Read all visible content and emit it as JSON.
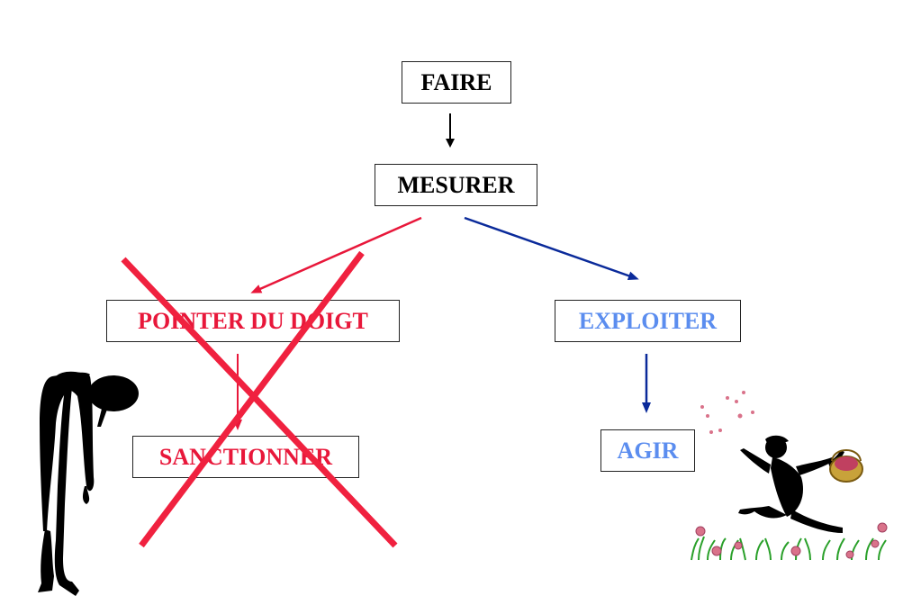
{
  "diagram": {
    "nodes": {
      "faire": "FAIRE",
      "mesurer": "MESURER",
      "pointer": "POINTER DU DOIGT",
      "sanctionner": "SANCTIONNER",
      "exploiter": "EXPLOITER",
      "agir": "AGIR"
    },
    "colors": {
      "neutral": "#000000",
      "negative": "#e8173a",
      "positive_text": "#5b8def",
      "positive_arrow": "#0a2a9a",
      "cross": "#f0213f"
    }
  },
  "icons": {
    "sad_figure": "sad-stooped-figure-icon",
    "happy_figure": "happy-running-figure-with-basket-icon"
  }
}
